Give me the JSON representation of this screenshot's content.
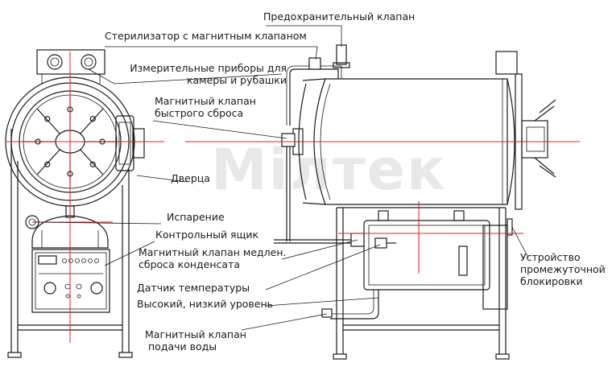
{
  "labels": {
    "safety_valve": "Предохранительный клапан",
    "sterilizer_valve": "Стерилизатор с магнитным клапаном",
    "gauges_line1": "Измерительные приборы для",
    "gauges_line2": "камеры и рубашки",
    "quick_release_line1": "Магнитный клапан",
    "quick_release_line2": "быстрого сброса",
    "door": "Дверца",
    "evaporation": "Испарение",
    "control_box": "Контрольный ящик",
    "slow_release_line1": "Магнитный клапан медлен.",
    "slow_release_line2": "сброса конденсата",
    "temp_sensor": "Датчик температуры",
    "level": "Высокий, низкий уровень",
    "water_valve_line1": "Магнитный клапан",
    "water_valve_line2": "подачи воды",
    "interlock_line1": "Устройство",
    "interlock_line2": "промежуточной",
    "interlock_line3": "блокировки"
  },
  "watermark": "Мілтек",
  "colors": {
    "line": "#1a1a1a",
    "centerline": "#e02020",
    "watermark": "#e8e8e8"
  }
}
